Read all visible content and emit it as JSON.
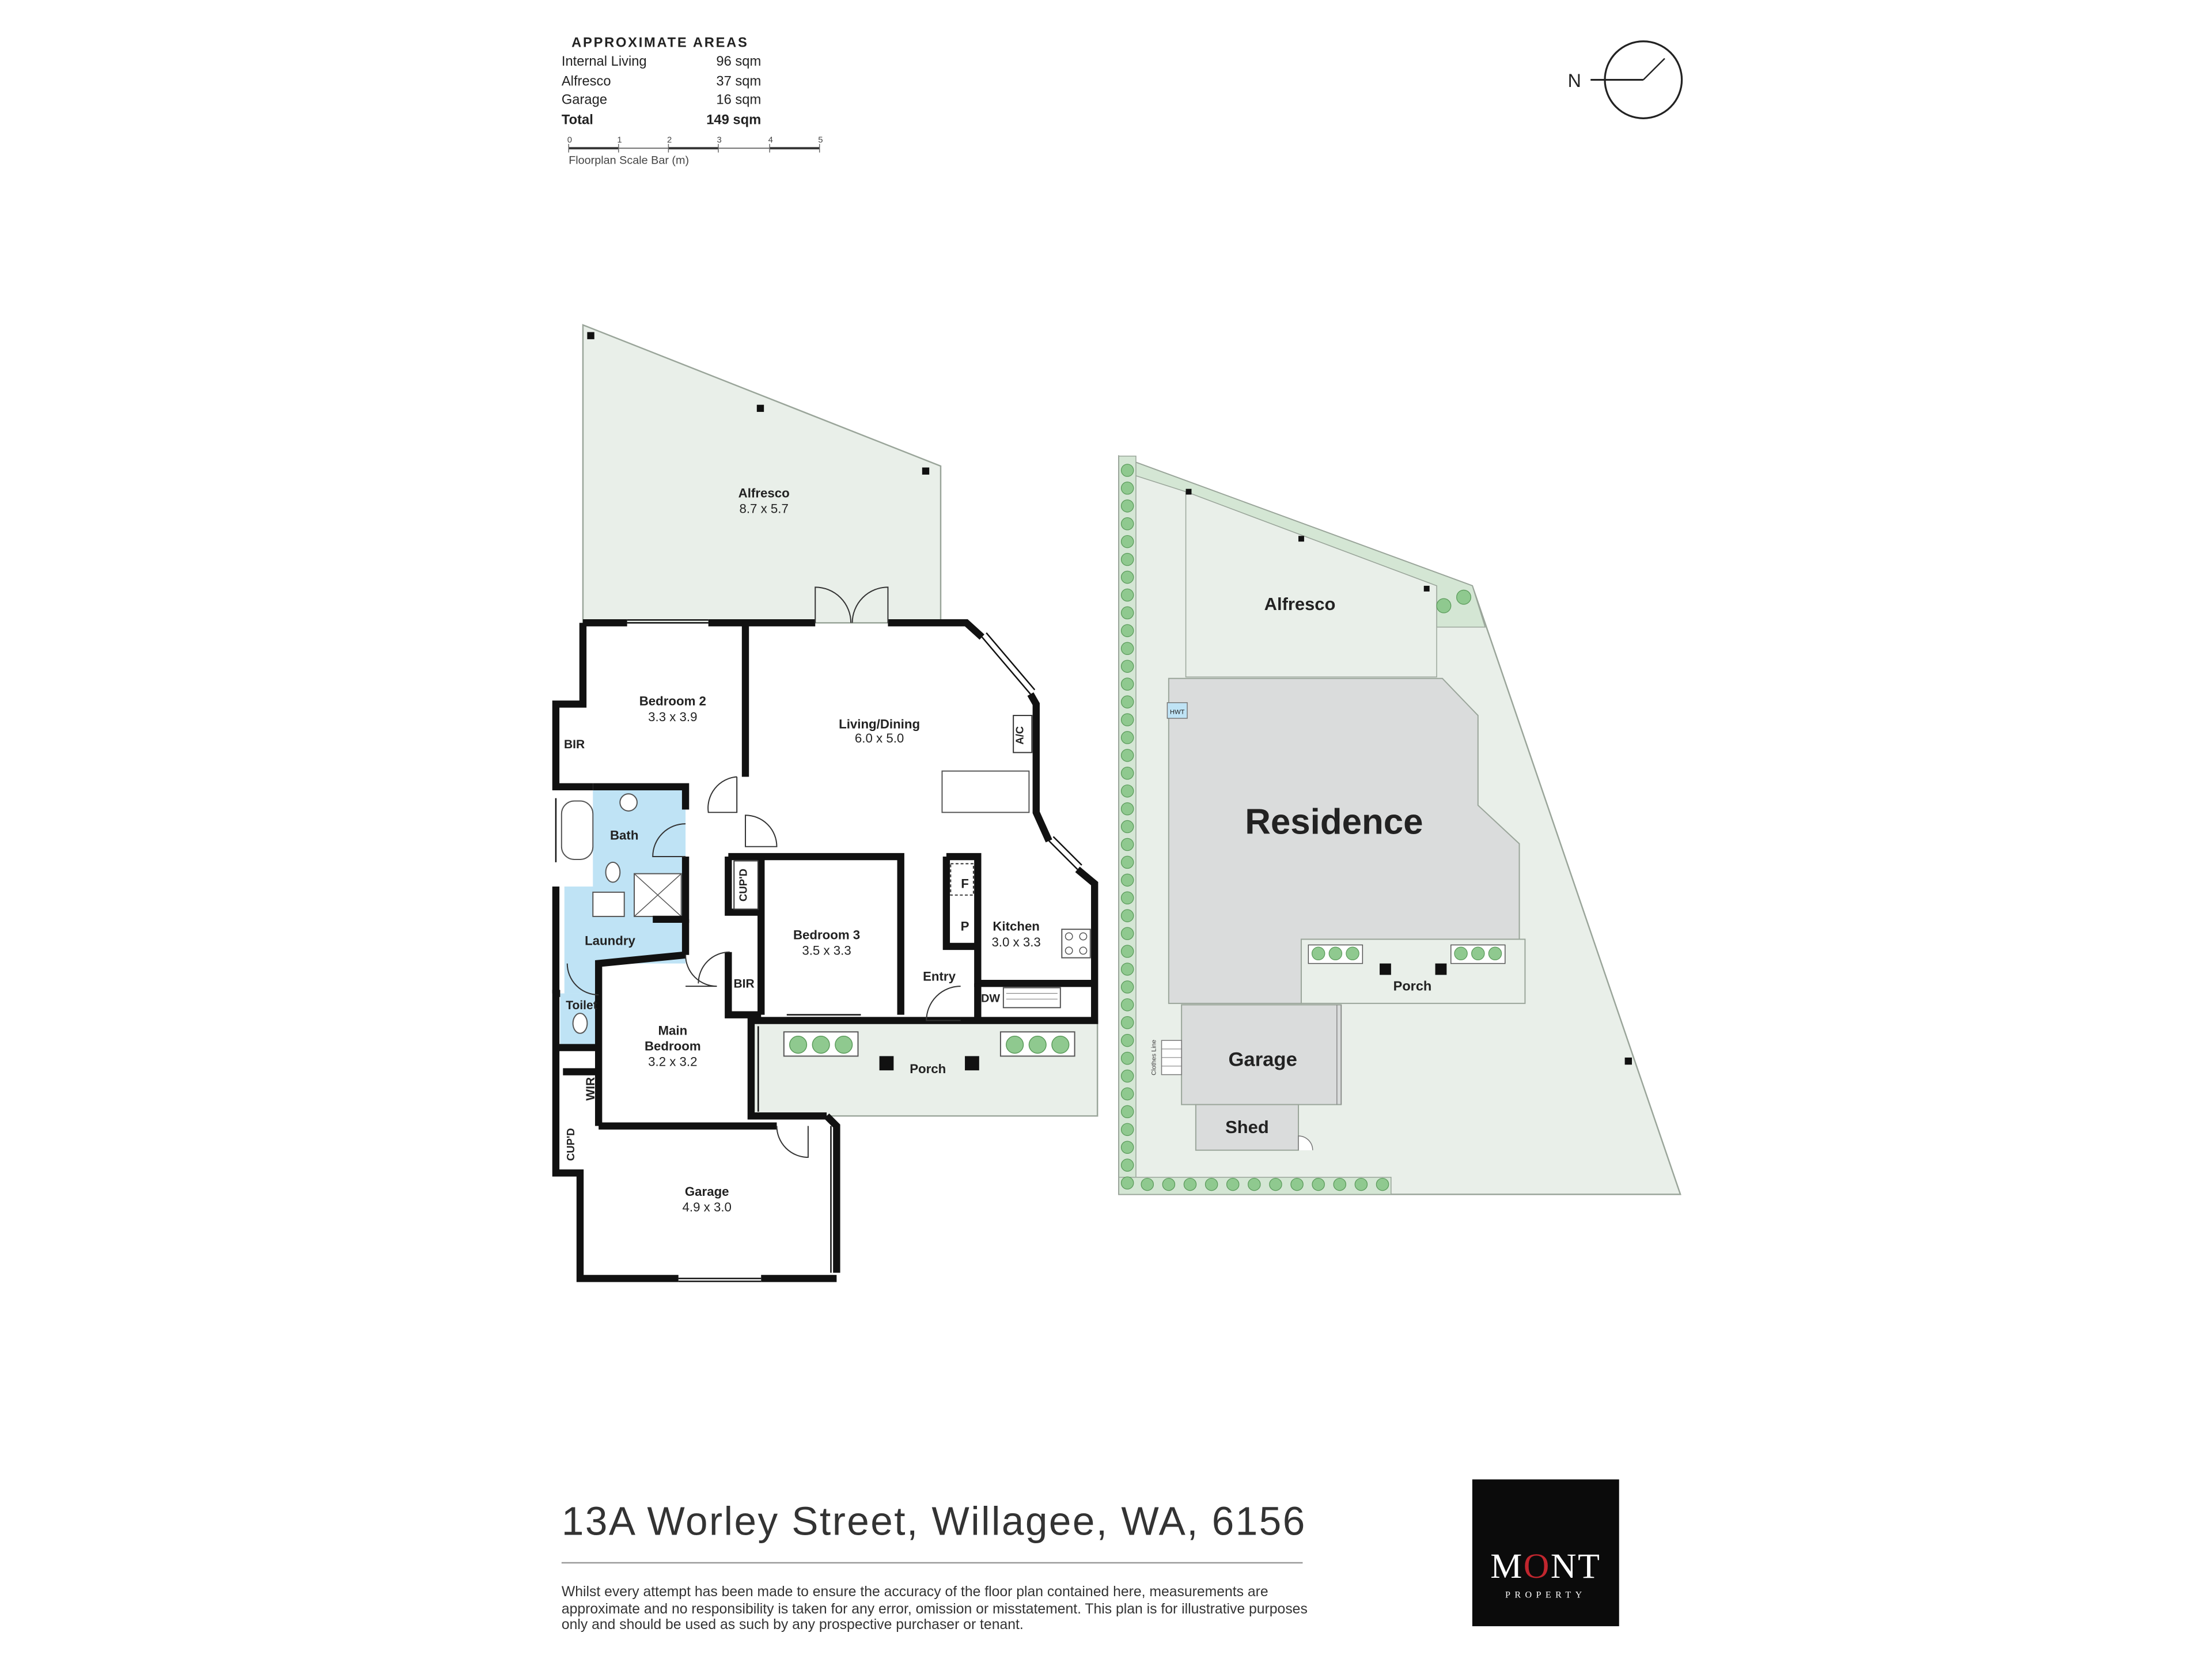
{
  "areas": {
    "heading": "APPROXIMATE AREAS",
    "rows": [
      {
        "label": "Internal Living",
        "value": "96 sqm"
      },
      {
        "label": "Alfresco",
        "value": "37 sqm"
      },
      {
        "label": "Garage",
        "value": "16 sqm"
      },
      {
        "label": "Total",
        "value": "149 sqm"
      }
    ]
  },
  "scale_bar": {
    "ticks": [
      "0",
      "1",
      "2",
      "3",
      "4",
      "5"
    ],
    "caption": "Floorplan Scale Bar (m)"
  },
  "north_label": "N",
  "floorplan": {
    "rooms": {
      "alfresco": {
        "name": "Alfresco",
        "dims": "8.7 x 5.7"
      },
      "bedroom2": {
        "name": "Bedroom 2",
        "dims": "3.3 x 3.9"
      },
      "living": {
        "name": "Living/Dining",
        "dims": "6.0 x 5.0"
      },
      "bedroom3": {
        "name": "Bedroom 3",
        "dims": "3.5 x 3.3"
      },
      "kitchen": {
        "name": "Kitchen",
        "dims": "3.0 x 3.3"
      },
      "main_bedroom_l1": "Main",
      "main_bedroom_l2": "Bedroom",
      "main_bedroom_dims": "3.2 x 3.2",
      "garage": {
        "name": "Garage",
        "dims": "4.9 x 3.0"
      }
    },
    "labels": {
      "bir": "BIR",
      "bath": "Bath",
      "laundry": "Laundry",
      "toilet": "Toilet",
      "wir": "WIR",
      "cupd": "CUP'D",
      "ac": "A/C",
      "fridge": "F",
      "pantry": "P",
      "dw": "DW",
      "entry": "Entry",
      "porch": "Porch"
    }
  },
  "siteplan": {
    "alfresco": "Alfresco",
    "residence": "Residence",
    "porch": "Porch",
    "garage": "Garage",
    "shed": "Shed",
    "hwt": "HWT",
    "clothes_line": "Clothes Line"
  },
  "address": "13A Worley Street, Willagee, WA, 6156",
  "disclaimer": "Whilst every attempt has been made to ensure the accuracy of the floor plan contained here, measurements are approximate and no responsibility is taken for any error, omission or misstatement. This plan is for illustrative purposes only and should be used as such by any prospective purchaser or tenant.",
  "logo": {
    "text_a": "M",
    "text_o": "O",
    "text_b": "NT",
    "sub": "PROPERTY"
  },
  "colors": {
    "outdoor": "#e9efe9",
    "wet_area": "#bfe3f5",
    "residence": "#dadcdc",
    "plant": "#8fc98f",
    "wall": "#111111",
    "logo_bg": "#0b0b0b",
    "logo_accent": "#c0262e"
  }
}
